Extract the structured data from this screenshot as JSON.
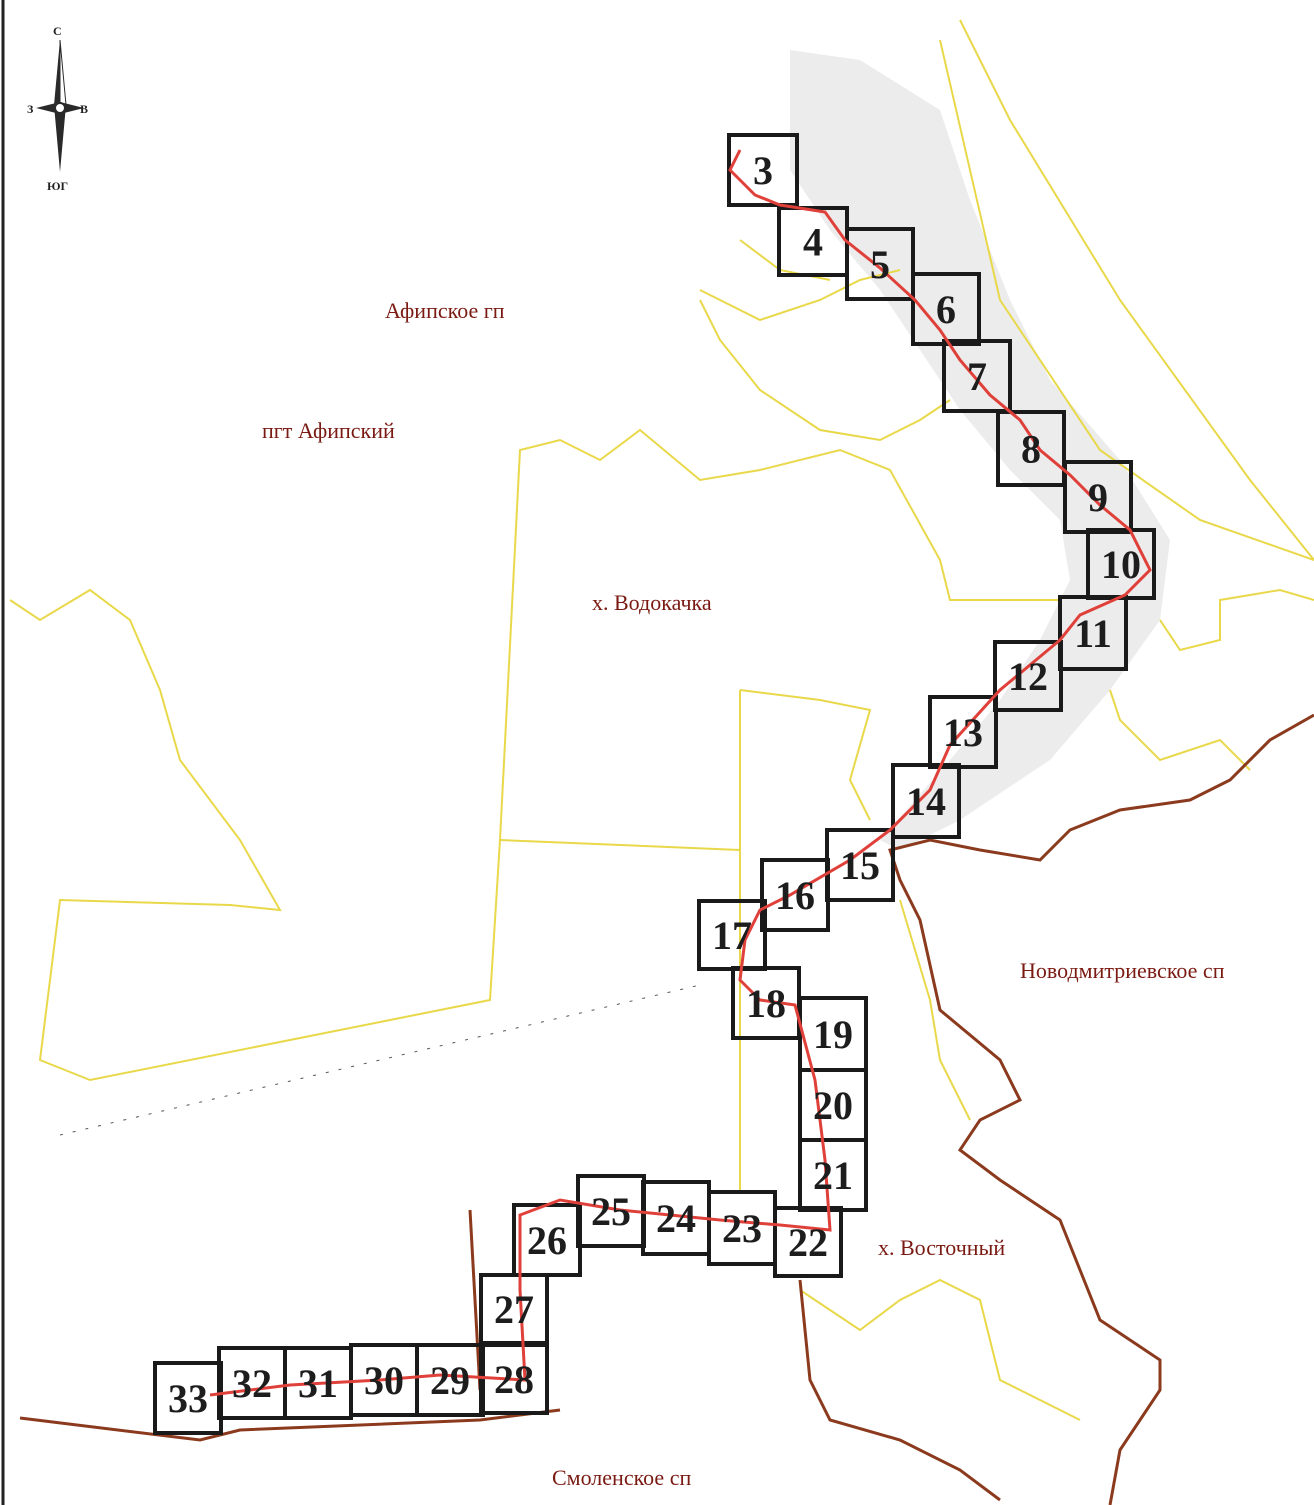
{
  "compass": {
    "north": "С",
    "south": "ЮГ",
    "west": "З",
    "east": "В"
  },
  "places": {
    "afipskoe_gp": "Афипское гп",
    "pgt_afipsky": "пгт Афипский",
    "vodokachka": "х. Водокачка",
    "novodmitrievskoe_sp": "Новодмитриевское сп",
    "vostochny": "х. Восточный",
    "smolenskoe_sp": "Смоленское сп"
  },
  "sheets": [
    "3",
    "4",
    "5",
    "6",
    "7",
    "8",
    "9",
    "10",
    "11",
    "12",
    "13",
    "14",
    "15",
    "16",
    "17",
    "18",
    "19",
    "20",
    "21",
    "22",
    "23",
    "24",
    "25",
    "26",
    "27",
    "28",
    "29",
    "30",
    "31",
    "32",
    "33"
  ],
  "colors": {
    "settlement_boundary": "#e8d84a",
    "district_boundary": "#8b3a1e",
    "route": "#e0403a",
    "sheet_frame": "#1a1a1a",
    "label": "#7a1a12"
  }
}
